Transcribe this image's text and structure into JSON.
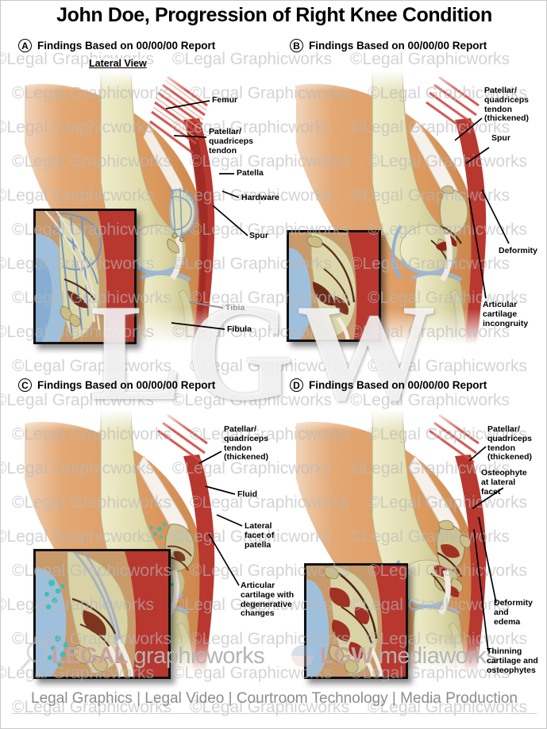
{
  "document": {
    "title": "John Doe, Progression of Right Knee Condition",
    "view_note": "Lateral View",
    "footer": "Legal Graphics | Legal Video | Courtroom Technology | Media Production",
    "watermark_text": "©Legal Graphicworks",
    "logo_overlay": "LGW"
  },
  "brand_marks": {
    "left": {
      "prefix": "LEGAL",
      "suffix": " graphicworks",
      "icon": "magnifier-icon"
    },
    "right": {
      "prefix": "LGW",
      "suffix": " mediaworks",
      "icon": "circle-lens-icon"
    }
  },
  "colors": {
    "skin": "#dc9a5f",
    "skin_light": "#e7b184",
    "bone": "#ddd9ab",
    "bone_shadow": "#c3bd8a",
    "muscle_red": "#c9403a",
    "muscle_fiber": "#e06a5f",
    "tendon_white": "#f2ece4",
    "ligament_blue": "#8fb1d4",
    "cartilage_blue": "#b8cfe4",
    "fluid_cyan": "#3fbdb5",
    "deep_red": "#a5281f",
    "osteophyte": "#cfc08a",
    "label_black": "#000000",
    "label_grey": "#9a9a9a",
    "footer_grey": "#8d8d8d"
  },
  "panels": [
    {
      "key": "A",
      "badge": "A",
      "heading": "Findings Based on 00/00/00 Report",
      "labels": [
        {
          "text": "Femur",
          "tone": "black"
        },
        {
          "text": "Patellar/\nquadriceps\ntendon",
          "tone": "black"
        },
        {
          "text": "Patella",
          "tone": "black"
        },
        {
          "text": "Hardware",
          "tone": "black"
        },
        {
          "text": "Spur",
          "tone": "black"
        },
        {
          "text": "Tibia",
          "tone": "grey"
        },
        {
          "text": "Fibula",
          "tone": "black"
        }
      ]
    },
    {
      "key": "B",
      "badge": "B",
      "heading": "Findings Based on 00/00/00 Report",
      "labels": [
        {
          "text": "Patellar/\nquadriceps\ntendon\n(thickened)",
          "tone": "black"
        },
        {
          "text": "Spur",
          "tone": "black"
        },
        {
          "text": "Deformity",
          "tone": "black"
        },
        {
          "text": "Articular\ncartilage\nincongruity",
          "tone": "black"
        }
      ]
    },
    {
      "key": "C",
      "badge": "C",
      "heading": "Findings Based on 00/00/00 Report",
      "labels": [
        {
          "text": "Patellar/\nquadriceps\ntendon\n(thickened)",
          "tone": "black"
        },
        {
          "text": "Fluid",
          "tone": "black"
        },
        {
          "text": "Lateral\nfacet of\npatella",
          "tone": "black"
        },
        {
          "text": "Articular\ncartilage with\ndegenerative\nchanges",
          "tone": "black"
        }
      ]
    },
    {
      "key": "D",
      "badge": "D",
      "heading": "Findings Based on 00/00/00 Report",
      "labels": [
        {
          "text": "Patellar/\nquadriceps\ntendon\n(thickened)",
          "tone": "black"
        },
        {
          "text": "Osteophyte\nat lateral\nfacet",
          "tone": "black"
        },
        {
          "text": "Deformity\nand\nedema",
          "tone": "black"
        },
        {
          "text": "Thinning\ncartilage and\nosteophytes",
          "tone": "black"
        }
      ]
    }
  ]
}
